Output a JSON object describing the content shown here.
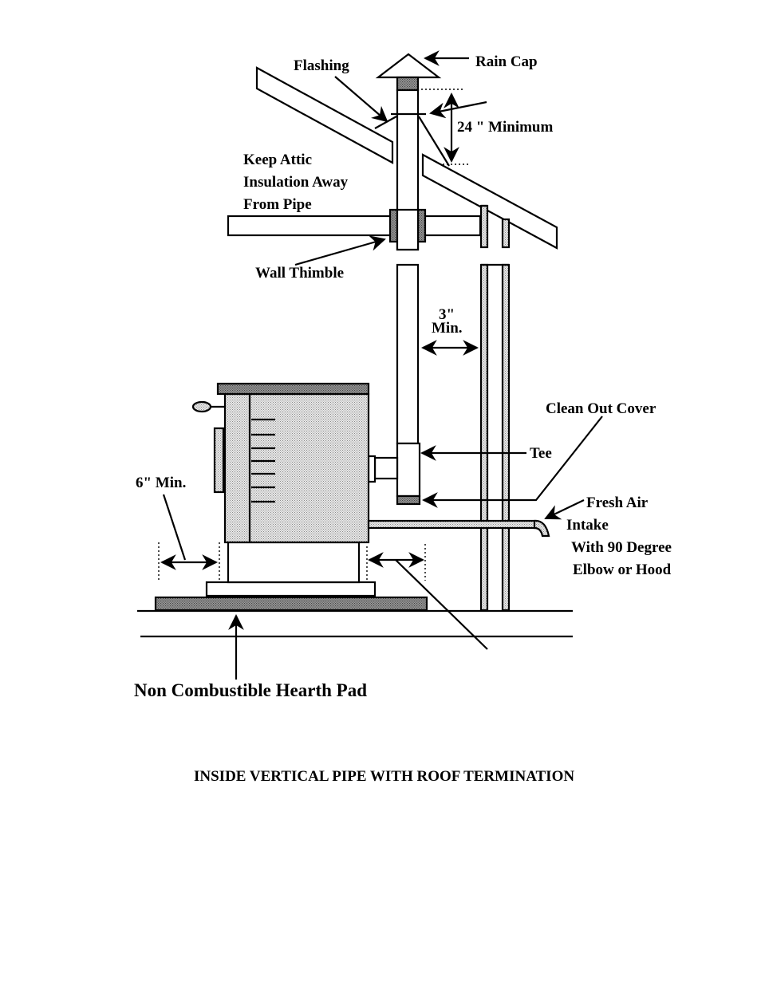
{
  "labels": {
    "flashing": "Flashing",
    "rain_cap": "Rain Cap",
    "min_24": "24 \" Minimum",
    "attic_1": "Keep Attic",
    "attic_2": "Insulation Away",
    "attic_3": "From Pipe",
    "wall_thimble": "Wall Thimble",
    "min_3_a": "3\"",
    "min_3_b": "Min.",
    "clean_out": "Clean Out Cover",
    "tee": "Tee",
    "min_6": "6\" Min.",
    "fresh_1": "Fresh Air",
    "fresh_2": "Intake",
    "fresh_3": "With 90 Degree",
    "fresh_4": "Elbow or Hood",
    "hearth": "Non Combustible Hearth Pad"
  },
  "caption": "INSIDE VERTICAL PIPE WITH ROOF TERMINATION"
}
